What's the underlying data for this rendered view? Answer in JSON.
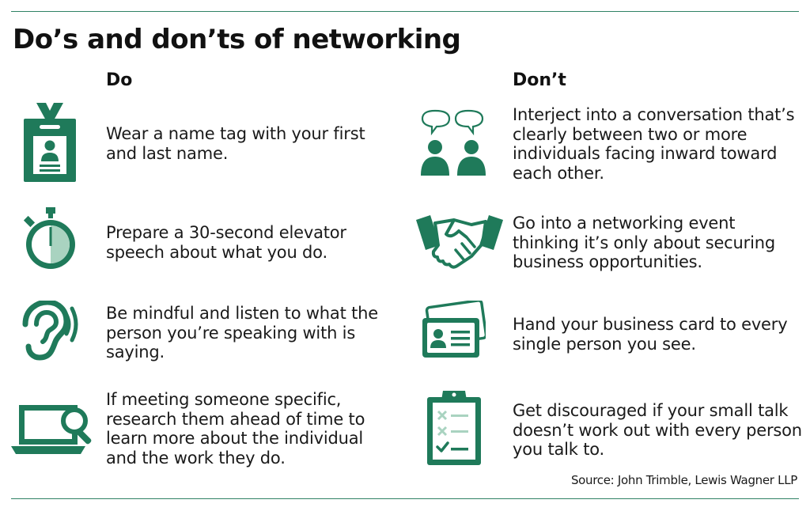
{
  "title": "Do’s and don’ts of networking",
  "columns": {
    "do": {
      "heading": "Do"
    },
    "dont": {
      "heading": "Don’t"
    }
  },
  "do_items": [
    {
      "icon": "name-badge-icon",
      "text": "Wear a name tag with your first and last name."
    },
    {
      "icon": "stopwatch-icon",
      "text": "Prepare a 30-second elevator speech about what you do."
    },
    {
      "icon": "ear-listening-icon",
      "text": "Be mindful and listen to what the person you’re speaking with is saying."
    },
    {
      "icon": "laptop-search-icon",
      "text": "If meeting someone specific, research them ahead of time to learn more about the individual and the work they do."
    }
  ],
  "dont_items": [
    {
      "icon": "two-people-chat-icon",
      "text": "Interject into a conversation that’s clearly between two or more individuals facing inward toward each other."
    },
    {
      "icon": "handshake-icon",
      "text": "Go into a networking event thinking it’s only about securing business opportunities."
    },
    {
      "icon": "business-cards-icon",
      "text": "Hand your business card to every single person you see."
    },
    {
      "icon": "checklist-clipboard-icon",
      "text": "Get discouraged if your small talk doesn’t work out with every person you talk to."
    }
  ],
  "source": "Source: John Trimble, Lewis Wagner LLP",
  "colors": {
    "accent": "#1f7a5a",
    "accent_light": "#a9d3c0",
    "rule": "#2f8264",
    "text": "#1a1a1a"
  }
}
